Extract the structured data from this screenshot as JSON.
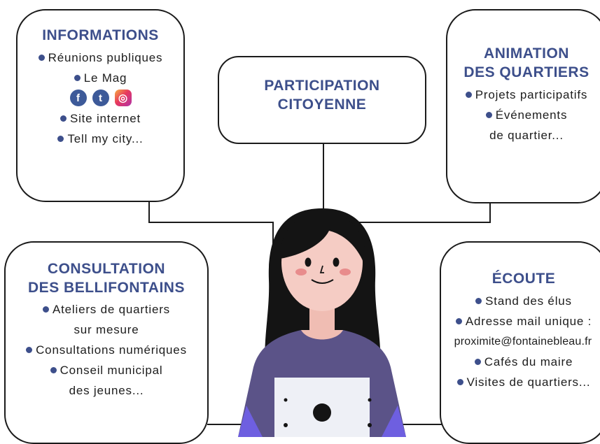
{
  "center": {
    "title": [
      "PARTICIPATION",
      "CITOYENNE"
    ]
  },
  "informations": {
    "title": [
      "INFORMATIONS"
    ],
    "items": [
      "Réunions publiques",
      "Le Mag",
      "Site internet",
      "Tell my city..."
    ],
    "social": [
      {
        "icon": "facebook-icon",
        "glyph": "f"
      },
      {
        "icon": "twitter-icon",
        "glyph": "t"
      },
      {
        "icon": "instagram-icon",
        "glyph": "◎"
      }
    ]
  },
  "animation": {
    "title": [
      "ANIMATION",
      "DES QUARTIERS"
    ],
    "items": [
      "Projets participatifs",
      "Événements",
      "de quartier..."
    ]
  },
  "consultation": {
    "title": [
      "CONSULTATION",
      "DES BELLIFONTAINS"
    ],
    "items": [
      "Ateliers de quartiers",
      "sur mesure",
      "Consultations numériques",
      "Conseil municipal",
      "des jeunes..."
    ]
  },
  "ecoute": {
    "title": [
      "ÉCOUTE"
    ],
    "items": [
      "Stand des élus",
      "Adresse mail unique :",
      "proximite@fontainebleau.fr",
      "Cafés du maire",
      "Visites de quartiers..."
    ]
  },
  "colors": {
    "title": "#3d4f8b",
    "bullet": "#3d4f8b",
    "sweater": "#5b5388",
    "hair": "#141414",
    "skin": "#f5ccc4"
  }
}
